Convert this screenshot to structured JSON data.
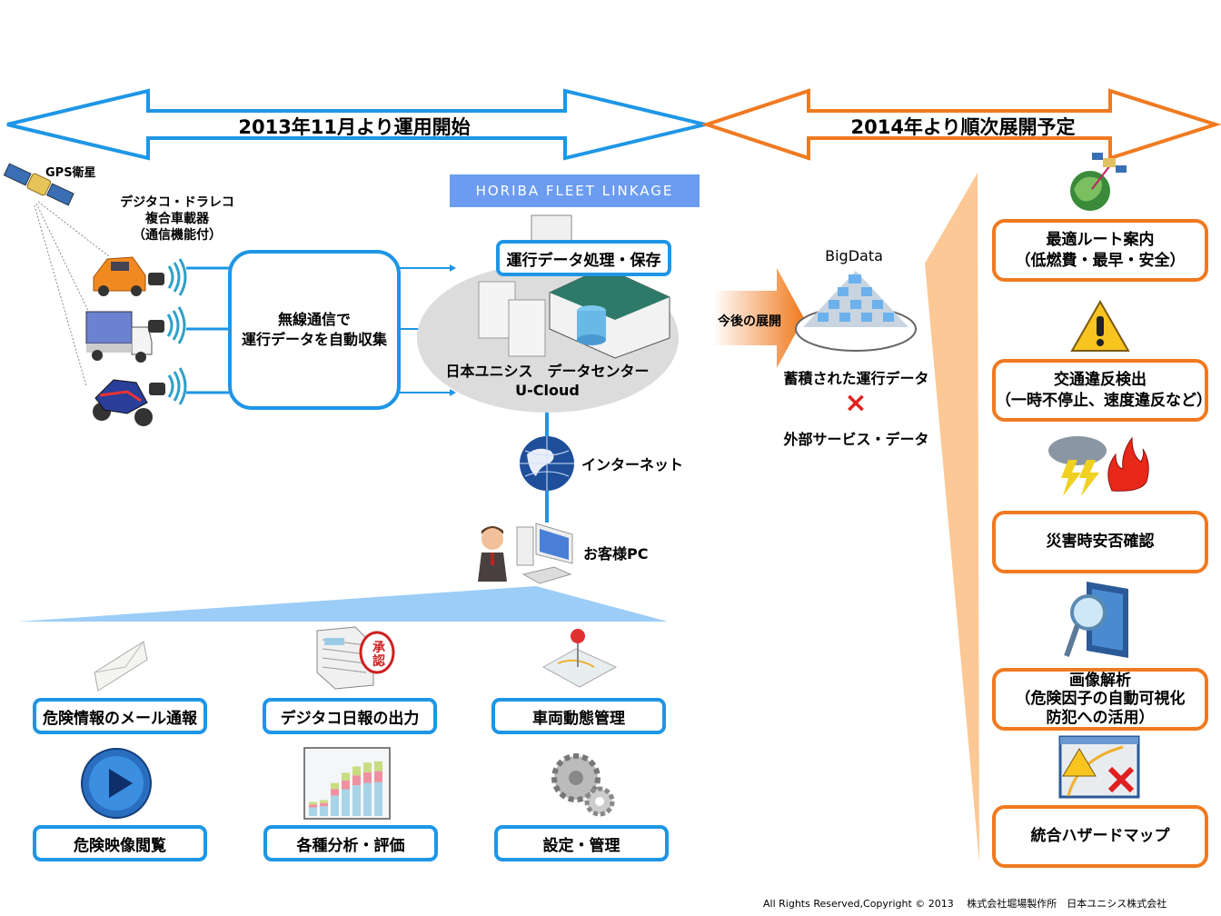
{
  "banners": {
    "current": "2013年11月より運用開始",
    "future": "2014年より順次展開予定"
  },
  "colors": {
    "blue_accent": "#1e96e6",
    "orange_accent": "#f07a20",
    "wedge_orange": "#fcc896",
    "cloud_gray": "#dcdcdc",
    "logo_blue": "#6c9cf0"
  },
  "left": {
    "gps_label": "GPS衛星",
    "device_label": [
      "デジタコ・ドラレコ",
      "複合車載器",
      "（通信機能付）"
    ],
    "vehicles": [
      "car-icon",
      "truck-icon",
      "motorcycle-icon"
    ],
    "wireless_box": [
      "無線通信で",
      "運行データを自動収集"
    ]
  },
  "center": {
    "logo": "HORIBA FLEET LINKAGE",
    "process_box": "運行データ処理・保存",
    "datacenter": [
      "日本ユニシス　データセンター",
      "U-Cloud"
    ],
    "internet_label": "インターネット",
    "customer_pc_label": "お客様PC"
  },
  "services": [
    {
      "label": "危険情報のメール通報",
      "icon": "envelope-icon"
    },
    {
      "label": "デジタコ日報の出力",
      "icon": "report-stamp-icon",
      "stamp": [
        "承",
        "認"
      ]
    },
    {
      "label": "車両動態管理",
      "icon": "map-pin-icon"
    },
    {
      "label": "危険映像閲覧",
      "icon": "play-button-icon"
    },
    {
      "label": "各種分析・評価",
      "icon": "bar-chart-icon"
    },
    {
      "label": "設定・管理",
      "icon": "gears-icon"
    }
  ],
  "future": {
    "arrow_label": "今後の展開",
    "bigdata_label": "BigData",
    "accumulated": "蓄積された運行データ",
    "times": "×",
    "external": "外部サービス・データ",
    "items": [
      {
        "lines": [
          "最適ルート案内",
          "（低燃費・最早・安全）"
        ],
        "icon": "globe-satellite-icon"
      },
      {
        "lines": [
          "交通違反検出",
          "（一時不停止、速度違反など）"
        ],
        "icon": "warning-icon"
      },
      {
        "lines": [
          "災害時安否確認"
        ],
        "icon": "storm-fire-icon"
      },
      {
        "lines": [
          "画像解析",
          "（危険因子の自動可視化",
          "防犯への活用）"
        ],
        "icon": "video-search-icon"
      },
      {
        "lines": [
          "統合ハザードマップ"
        ],
        "icon": "hazard-map-icon"
      }
    ]
  },
  "footer": {
    "copyright": "All Rights Reserved,Copyright © 2013　 株式会社堀場製作所　日本ユニシス株式会社"
  }
}
